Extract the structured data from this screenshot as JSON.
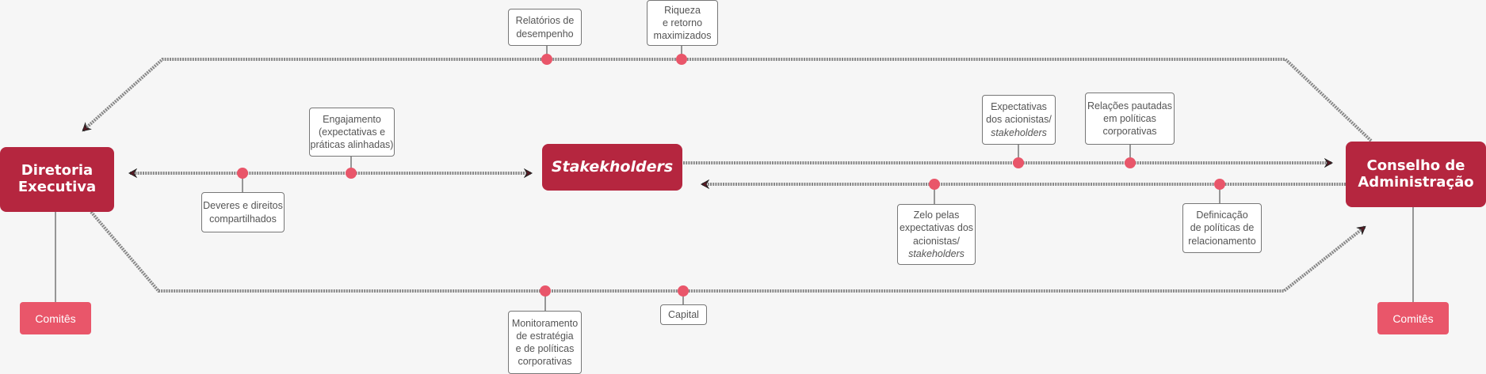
{
  "colors": {
    "primary": "#b5263f",
    "committee": "#e9566a",
    "dot": "#e9566a",
    "line": "#888888"
  },
  "nodes": {
    "left": {
      "line1": "Diretoria",
      "line2": "Executiva"
    },
    "center": "Stakekholders",
    "right": {
      "line1": "Conselho de",
      "line2": "Administração"
    }
  },
  "committees": {
    "left": "Comitês",
    "right": "Comitês"
  },
  "labels": {
    "relatorios": [
      "Relatórios de",
      "desempenho"
    ],
    "riqueza": [
      "Riqueza",
      "e retorno",
      "maximizados"
    ],
    "engajamento": [
      "Engajamento",
      "(expectativas e",
      "práticas alinhadas)"
    ],
    "deveres": [
      "Deveres e direitos",
      "compartilhados"
    ],
    "expectativas": [
      "Expectativas",
      "dos acionistas/",
      "stakeholders"
    ],
    "relacoes": [
      "Relações pautadas",
      "em políticas",
      "corporativas"
    ],
    "zelo": [
      "Zelo pelas",
      "expectativas dos",
      "acionistas/",
      "stakeholders"
    ],
    "definicao": [
      "Definicação",
      "de políticas de",
      "relacionamento"
    ],
    "monitoramento": [
      "Monitoramento",
      "de estratégia",
      "e de políticas",
      "corporativas"
    ],
    "capital": [
      "Capital"
    ]
  }
}
